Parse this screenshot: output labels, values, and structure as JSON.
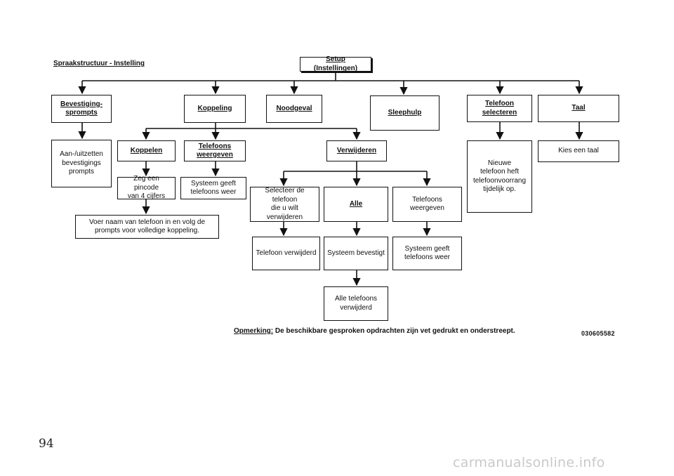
{
  "title": "Spraakstructuur - Instelling",
  "root": "Setup (Instellingen)",
  "boxes": {
    "bevestiging": "Bevestiging-\nsprompts",
    "koppeling": "Koppeling",
    "noodgeval": "Noodgeval",
    "sleephulp": "Sleephulp",
    "telefoon_selecteren": "Telefoon\nselecteren",
    "taal": "Taal",
    "aan_uitzetten": "Aan-/uitzetten\nbevestigings\nprompts",
    "koppelen": "Koppelen",
    "telefoons_weergeven_1": "Telefoons\nweergeven",
    "verwijderen": "Verwijderen",
    "nieuwe_telefoon": "Nieuwe\ntelefoon heft\ntelefoonvoorrang\ntijdelijk op.",
    "kies_taal": "Kies een taal",
    "zeg_pincode": "Zeg een pincode\nvan 4 cijfers",
    "systeem_geeft_1": "Systeem geeft\ntelefoons weer",
    "voer_naam": "Voer naam van telefoon in en volg de\nprompts voor volledige koppeling.",
    "selecteer_telefoon": "Selecteer de telefoon\ndie u wilt verwijderen",
    "alle": "Alle",
    "telefoons_weergeven_2": "Telefoons\nweergeven",
    "telefoon_verwijderd": "Telefoon verwijderd",
    "systeem_bevestigt": "Systeem bevestigt",
    "systeem_geeft_2": "Systeem geeft\ntelefoons weer",
    "alle_verwijderd": "Alle telefoons\nverwijderd"
  },
  "note": {
    "label": "Opmerking:",
    "text": " De beschikbare gesproken opdrachten zijn vet gedrukt en onderstreept."
  },
  "figure_code": "030605582",
  "page_number": "94",
  "watermark": "carmanualsonline.info"
}
